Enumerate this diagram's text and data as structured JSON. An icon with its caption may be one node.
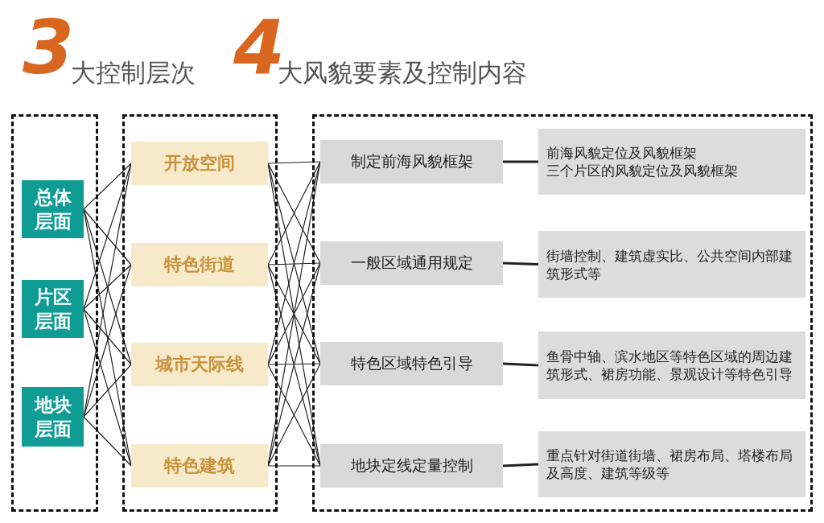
{
  "diagram": {
    "nodes": [
      {
        "text": [],
        "shape": "box"
      },
      {
        "text": [
          "总体层面"
        ],
        "in": 0
      },
      {
        "text": [
          "片区层面"
        ],
        "in": 0
      },
      {
        "text": [
          "地块层面"
        ],
        "in": 0
      },
      {
        "text": [],
        "shape": "box"
      },
      {
        "text": [
          "开放空间"
        ],
        "in": 4
      },
      {
        "text": [
          "特色街道"
        ],
        "in": 4
      },
      {
        "text": [
          "城市天际线"
        ],
        "in": 4
      },
      {
        "text": [
          "特色建筑"
        ],
        "in": 4
      },
      {
        "text": [],
        "shape": "box"
      },
      {
        "text": [
          "制定前海风貌框架"
        ],
        "in": 9
      },
      {
        "text": [
          "前海风貌定位及风貌框架",
          "三个片区的风貌定位及风貌框架"
        ],
        "in": 9
      },
      {
        "text": [
          "一般区域通用规定"
        ],
        "in": 9
      },
      {
        "text": [
          "街墙控制、建筑虚实比、公共空间内部建筑形式等"
        ],
        "in": 9
      },
      {
        "text": [
          "特色区域特色引导"
        ],
        "in": 9
      },
      {
        "text": [
          "鱼骨中轴、滨水地区等特色区域的周边建筑形式、裙房功能、景观设计等特色引导"
        ],
        "in": 9
      },
      {
        "text": [
          "地块定线定量控制"
        ],
        "in": 9
      },
      {
        "text": [
          "重点针对街道街墙、裙房布局、塔楼布局及高度、建筑等级等"
        ],
        "in": 9
      }
    ],
    "edges": [
      {
        "from": 1,
        "to": 5,
        "arrow": "none"
      },
      {
        "from": 1,
        "to": 6,
        "arrow": "none"
      },
      {
        "from": 1,
        "to": 7,
        "arrow": "none"
      },
      {
        "from": 1,
        "to": 8,
        "arrow": "none"
      },
      {
        "from": 2,
        "to": 5,
        "arrow": "none"
      },
      {
        "from": 2,
        "to": 6,
        "arrow": "none"
      },
      {
        "from": 2,
        "to": 7,
        "arrow": "none"
      },
      {
        "from": 2,
        "to": 8,
        "arrow": "none"
      },
      {
        "from": 3,
        "to": 5,
        "arrow": "none"
      },
      {
        "from": 3,
        "to": 6,
        "arrow": "none"
      },
      {
        "from": 3,
        "to": 7,
        "arrow": "none"
      },
      {
        "from": 3,
        "to": 8,
        "arrow": "none"
      },
      {
        "from": 5,
        "to": 10,
        "arrow": "none"
      },
      {
        "from": 5,
        "to": 12,
        "arrow": "none"
      },
      {
        "from": 5,
        "to": 14,
        "arrow": "none"
      },
      {
        "from": 5,
        "to": 16,
        "arrow": "none"
      },
      {
        "from": 6,
        "to": 10,
        "arrow": "none"
      },
      {
        "from": 6,
        "to": 12,
        "arrow": "none"
      },
      {
        "from": 6,
        "to": 14,
        "arrow": "none"
      },
      {
        "from": 6,
        "to": 16,
        "arrow": "none"
      },
      {
        "from": 7,
        "to": 10,
        "arrow": "none"
      },
      {
        "from": 7,
        "to": 12,
        "arrow": "none"
      },
      {
        "from": 7,
        "to": 14,
        "arrow": "none"
      },
      {
        "from": 7,
        "to": 16,
        "arrow": "none"
      },
      {
        "from": 8,
        "to": 10,
        "arrow": "none"
      },
      {
        "from": 8,
        "to": 12,
        "arrow": "none"
      },
      {
        "from": 8,
        "to": 14,
        "arrow": "none"
      },
      {
        "from": 8,
        "to": 16,
        "arrow": "none"
      },
      {
        "from": 10,
        "to": 11,
        "arrow": "none",
        "style": "thick"
      },
      {
        "from": 12,
        "to": 13,
        "arrow": "none",
        "style": "thick"
      },
      {
        "from": 14,
        "to": 15,
        "arrow": "none",
        "style": "thick"
      },
      {
        "from": 16,
        "to": 17,
        "arrow": "none",
        "style": "thick"
      }
    ],
    "labels": [
      "3",
      "大控制层次",
      "4",
      "大风貌要素及控制内容"
    ]
  }
}
